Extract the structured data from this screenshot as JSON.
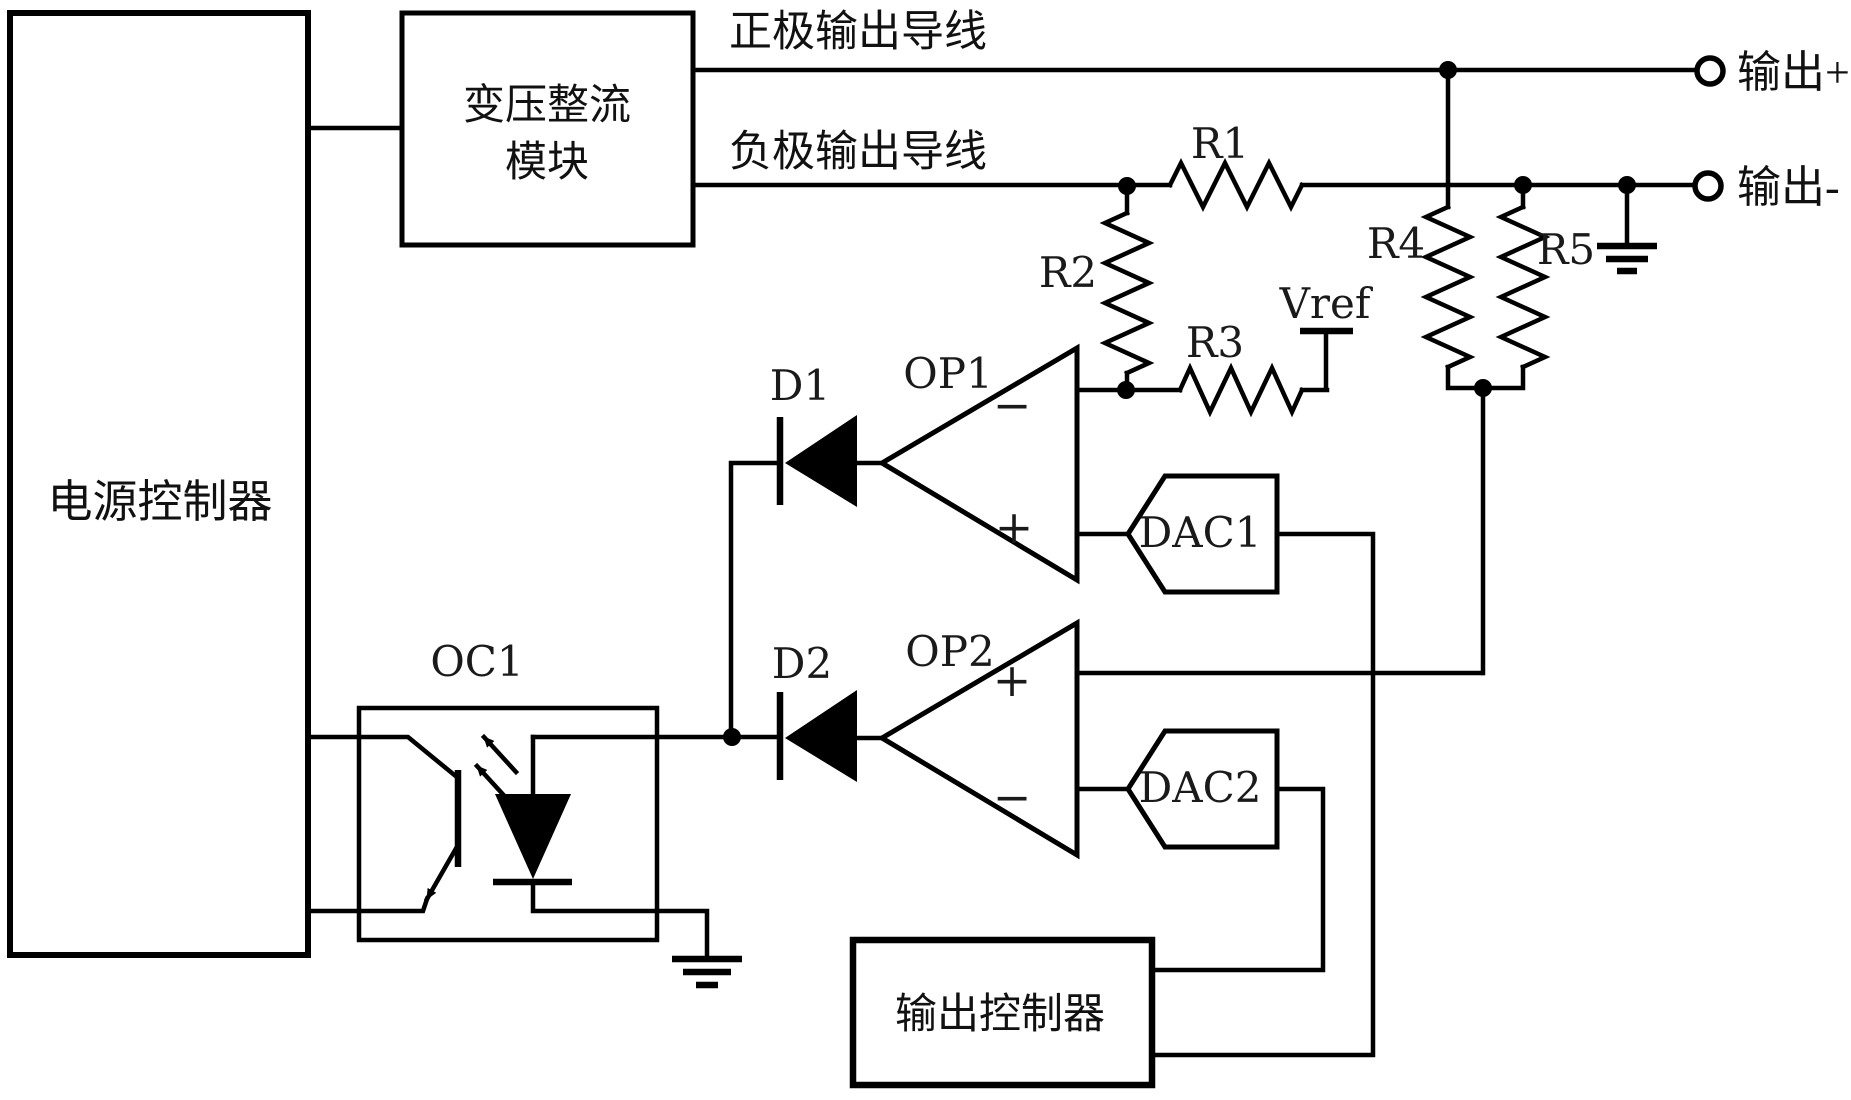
{
  "diagram": {
    "title": "power-supply-control-schematic",
    "background": "#ffffff",
    "line_color": "#000000",
    "blocks": {
      "power_controller": "电源控制器",
      "transformer_line1": "变压整流",
      "transformer_line2": "模块",
      "output_controller": "输出控制器"
    },
    "wires": {
      "positive_label": "正极输出导线",
      "negative_label": "负极输出导线"
    },
    "terminals": {
      "out_plus": "输出+",
      "out_minus": "输出-"
    },
    "components": {
      "r1": "R1",
      "r2": "R2",
      "r3": "R3",
      "r4": "R4",
      "r5": "R5",
      "vref": "Vref",
      "op1": "OP1",
      "op2": "OP2",
      "op1_minus": "−",
      "op1_plus": "+",
      "op2_plus": "+",
      "op2_minus": "−",
      "d1": "D1",
      "d2": "D2",
      "dac1": "DAC1",
      "dac2": "DAC2",
      "oc1": "OC1"
    }
  }
}
